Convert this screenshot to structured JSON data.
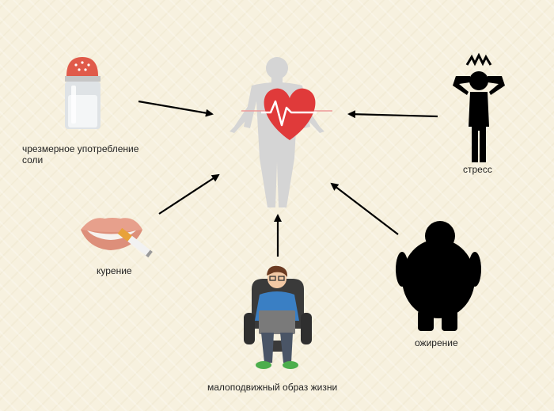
{
  "labels": {
    "salt": "чрезмерное употребление соли",
    "stress": "стресс",
    "smoking": "курение",
    "obesity": "ожирение",
    "sedentary": "малоподвижный образ жизни"
  },
  "icons": {
    "center": "human-heart-icon",
    "salt": "salt-shaker-icon",
    "stress": "stressed-person-icon",
    "smoking": "lips-cigarette-icon",
    "obesity": "obese-person-icon",
    "sedentary": "man-with-laptop-icon"
  },
  "colors": {
    "background": "#f7f1df",
    "heart": "#e03a3a",
    "body": "#d5d5d5",
    "arrow": "#000000",
    "salt_cap": "#e05a4a"
  }
}
